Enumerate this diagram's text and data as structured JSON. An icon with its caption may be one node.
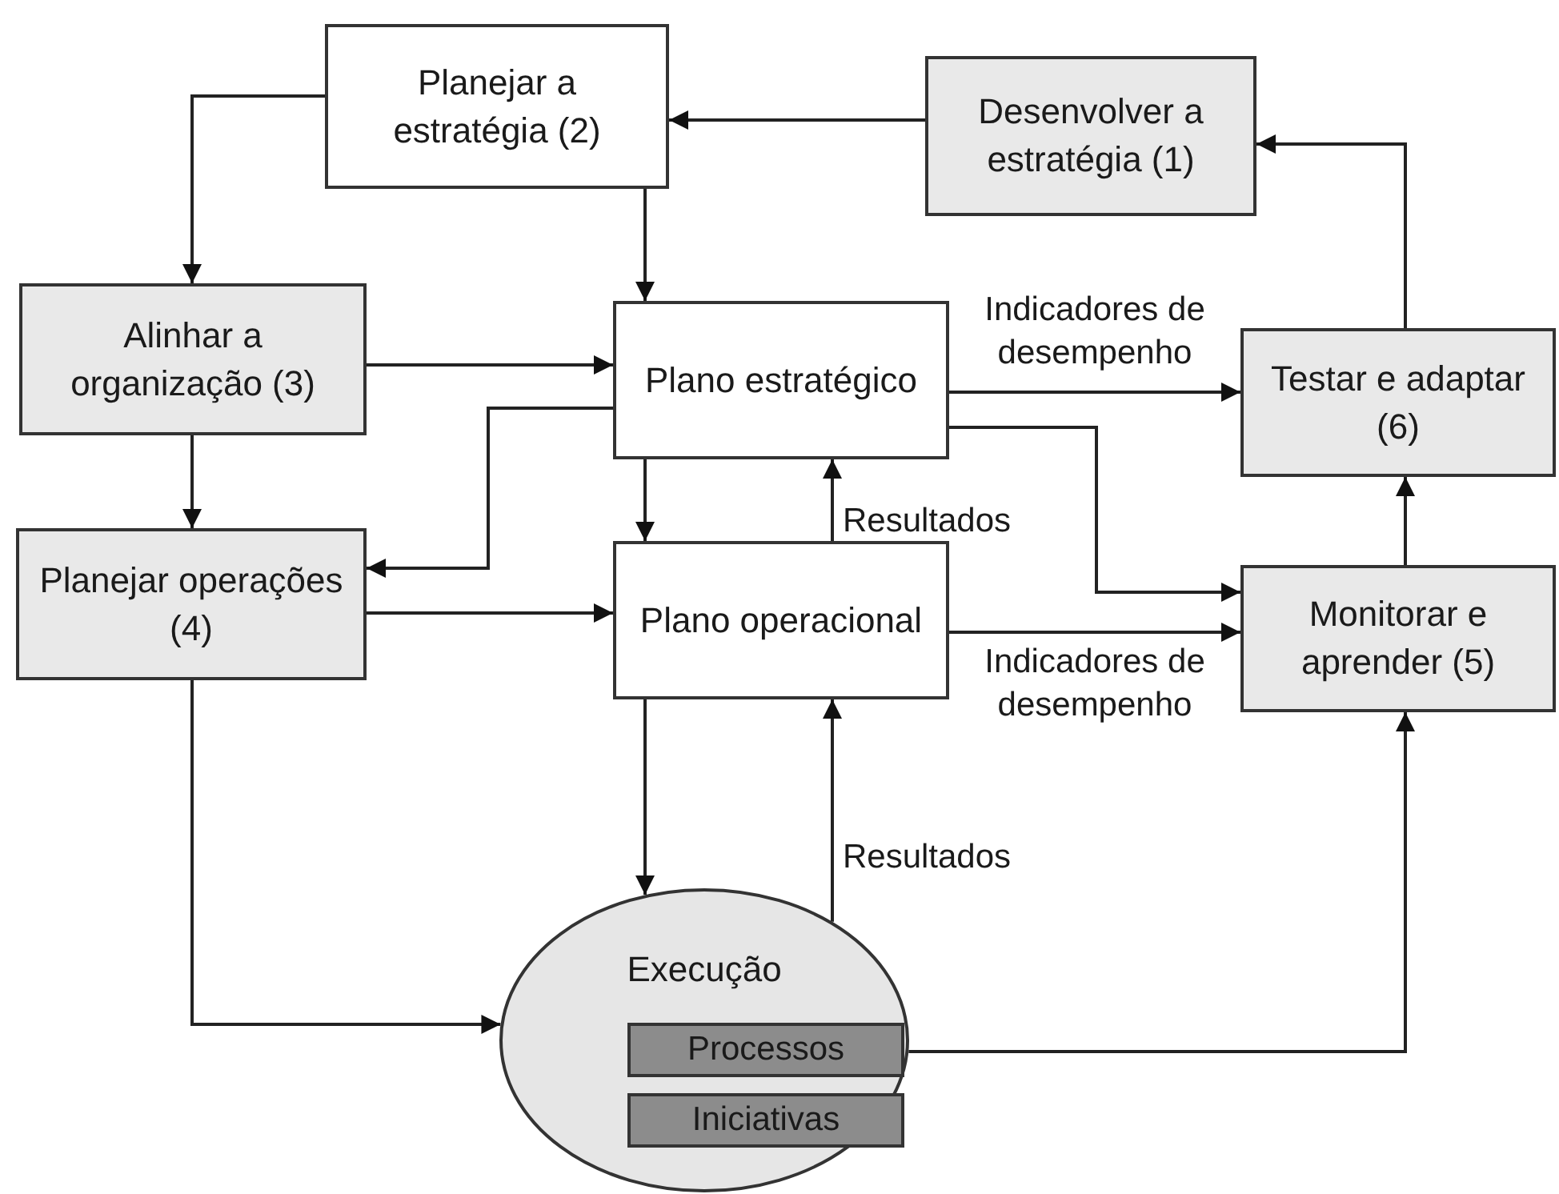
{
  "diagram": {
    "nodes": [
      {
        "text": [
          "Planejar a estratégia (2)"
        ]
      },
      {
        "text": [
          "Desenvolver a estratégia (1)"
        ]
      },
      {
        "text": [
          "Alinhar a organização (3)"
        ]
      },
      {
        "text": [
          "Plano estratégico"
        ]
      },
      {
        "text": [
          "Testar e adaptar (6)"
        ]
      },
      {
        "text": [
          "Planejar operações (4)"
        ]
      },
      {
        "text": [
          "Plano operacional"
        ]
      },
      {
        "text": [
          "Monitorar e aprender (5)"
        ]
      },
      {
        "text": [
          "Execução"
        ]
      },
      {
        "text": [
          "Processos"
        ],
        "in": 8
      },
      {
        "text": [
          "Iniciativas"
        ],
        "in": 8
      }
    ],
    "edges": [
      {
        "from": 1,
        "to": 0,
        "arrow": "to"
      },
      {
        "from": 0,
        "to": 2,
        "arrow": "to"
      },
      {
        "from": 0,
        "to": 3,
        "arrow": "to"
      },
      {
        "from": 2,
        "to": 3,
        "arrow": "to"
      },
      {
        "from": 2,
        "to": 5,
        "arrow": "to"
      },
      {
        "from": 3,
        "to": 5,
        "arrow": "to"
      },
      {
        "from": 3,
        "to": 6,
        "arrow": "to"
      },
      {
        "from": 5,
        "to": 6,
        "arrow": "to"
      },
      {
        "from": 3,
        "to": 4,
        "arrow": "to",
        "label": "Indicadores de desempenho"
      },
      {
        "from": 3,
        "to": 7,
        "arrow": "to"
      },
      {
        "from": 6,
        "to": 3,
        "arrow": "to",
        "label": "Resultados"
      },
      {
        "from": 6,
        "to": 7,
        "arrow": "to",
        "label": "Indicadores de desempenho"
      },
      {
        "from": 6,
        "to": 8,
        "arrow": "to"
      },
      {
        "from": 8,
        "to": 6,
        "arrow": "to",
        "label": "Resultados"
      },
      {
        "from": 5,
        "to": 8,
        "arrow": "to"
      },
      {
        "from": 8,
        "to": 7,
        "arrow": "to"
      },
      {
        "from": 4,
        "to": 1,
        "arrow": "to"
      },
      {
        "from": 7,
        "to": 4,
        "arrow": "to"
      }
    ]
  }
}
